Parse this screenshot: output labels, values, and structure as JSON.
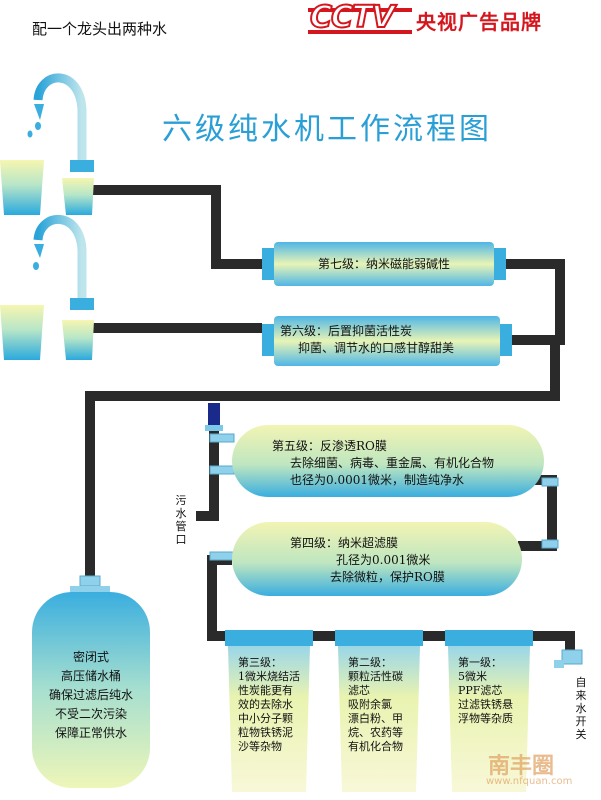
{
  "header": {
    "slogan": "配一个龙头出两种水",
    "brand_logo": "CCTV",
    "brand_text": "央视广告品牌"
  },
  "title": "六级纯水机工作流程图",
  "stage7": {
    "label": "第七级：纳米磁能弱碱性"
  },
  "stage6": {
    "label": "第六级：后置抑菌活性炭",
    "desc": "抑菌、调节水的口感甘醇甜美"
  },
  "stage5": {
    "label": "第五级：反渗透RO膜",
    "desc1": "去除细菌、病毒、重金属、有机化合物",
    "desc2": "也径为0.0001微米，制造纯净水"
  },
  "stage4": {
    "label": "第四级：纳米超滤膜",
    "desc1": "孔径为0.001微米",
    "desc2": "去除微粒，保护RO膜"
  },
  "stage3": {
    "lines": [
      "第三级：",
      "1微米烧结活",
      "性炭能更有",
      "效的去除水",
      "中小分子颗",
      "粒物铁锈泥",
      "沙等杂物"
    ]
  },
  "stage2": {
    "lines": [
      "第二级：",
      "颗粒活性碳",
      "滤芯",
      "吸附余氯",
      "漂白粉、甲",
      "烷、农药等",
      "有机化合物"
    ]
  },
  "stage1": {
    "lines": [
      "第一级：",
      "5微米",
      "PPF滤芯",
      "过滤铁锈悬",
      "浮物等杂质"
    ]
  },
  "tank": {
    "lines": [
      "密闭式",
      "高压储水桶",
      "确保过滤后纯水",
      "不受二次污染",
      "保障正常供水"
    ]
  },
  "waste": {
    "label": "污水管口"
  },
  "tap_in": {
    "label": "自来水开关"
  },
  "watermark": {
    "name": "南丰圈",
    "url": "www.nfquan.com"
  }
}
